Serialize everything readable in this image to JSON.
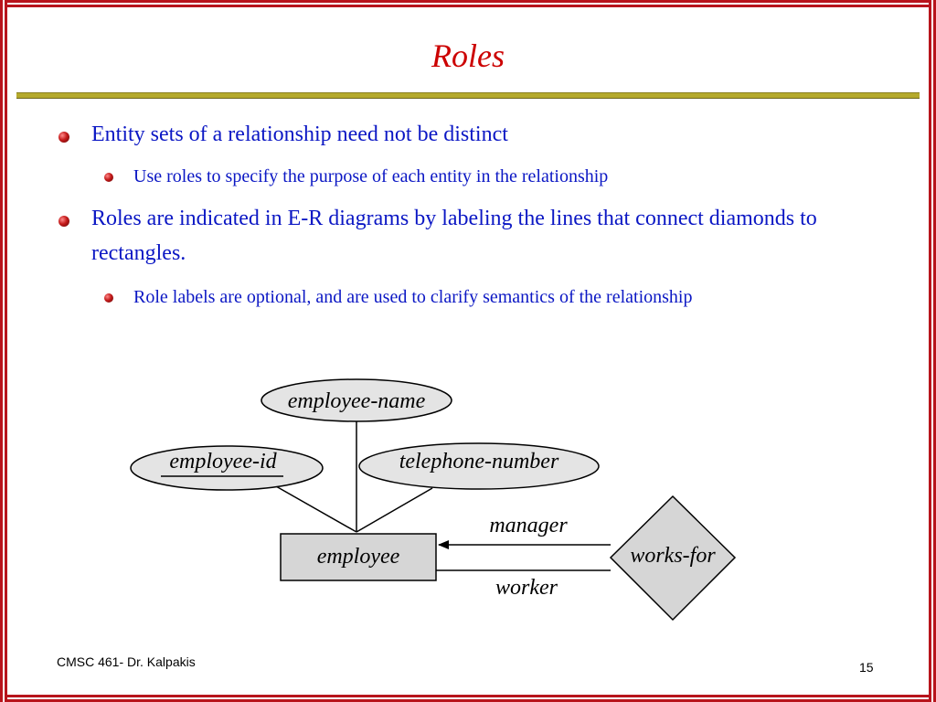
{
  "slide": {
    "title": "Roles",
    "bullets": [
      {
        "text": "Entity sets of a relationship need not be distinct"
      },
      {
        "text": "Use roles to specify the purpose of each entity in the relationship"
      },
      {
        "text": "Roles are indicated in E-R diagrams by labeling the lines that connect diamonds to rectangles."
      },
      {
        "text": "Role labels are optional, and are used to clarify semantics of the relationship"
      }
    ],
    "footer_left": "CMSC 461- Dr. Kalpakis",
    "page_number": "15"
  },
  "diagram": {
    "attributes": {
      "employee_name": "employee-name",
      "employee_id": "employee-id",
      "telephone_number": "telephone-number"
    },
    "entity": "employee",
    "relationship": "works-for",
    "roles": {
      "manager": "manager",
      "worker": "worker"
    }
  },
  "colors": {
    "title": "#cc0000",
    "bullet_text": "#0b17c4",
    "frame": "#b8141c",
    "title_rule": "#b5aa2c",
    "shape_fill": "#e4e4e4",
    "entity_fill": "#d6d6d6"
  }
}
